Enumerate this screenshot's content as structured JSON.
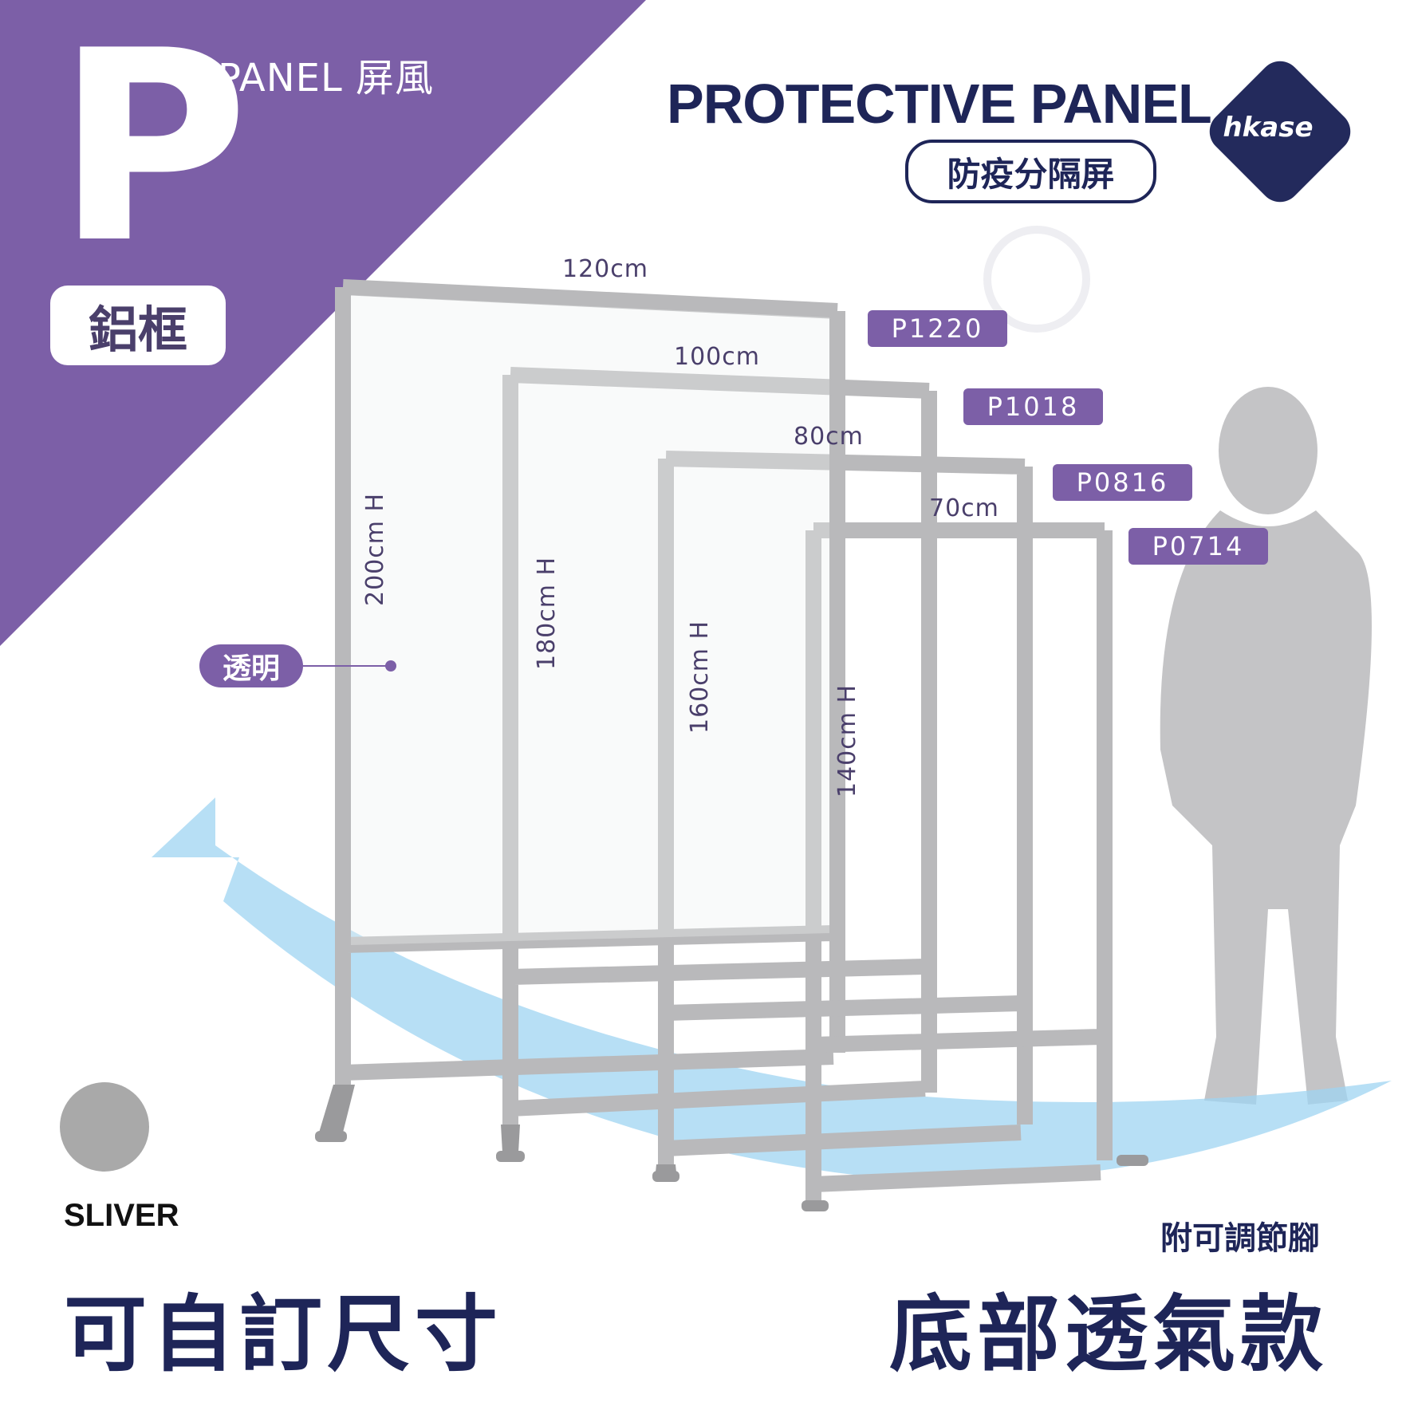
{
  "header": {
    "letter": "P",
    "panel_label": "PANEL 屏風",
    "material_badge": "鋁框",
    "title": "PROTECTIVE PANEL",
    "subtitle": "防疫分隔屏",
    "brand": "hkase"
  },
  "colors": {
    "purple": "#7c5fa7",
    "navy": "#1e2558",
    "silver": "#a9a9a9",
    "airflow_blue": "#9fd4f2"
  },
  "models": [
    {
      "code": "P1220",
      "width": "120cm",
      "height": "200cm H"
    },
    {
      "code": "P1018",
      "width": "100cm",
      "height": "180cm H"
    },
    {
      "code": "P0816",
      "width": "80cm",
      "height": "160cm H"
    },
    {
      "code": "P0714",
      "width": "70cm",
      "height": "140cm H"
    }
  ],
  "callout": {
    "transparent": "透明"
  },
  "color_swatch": {
    "name": "SLIVER"
  },
  "footer": {
    "custom_size": "可自訂尺寸",
    "adjustable_feet": "附可調節腳",
    "bottom_breathable": "底部透氣款"
  }
}
